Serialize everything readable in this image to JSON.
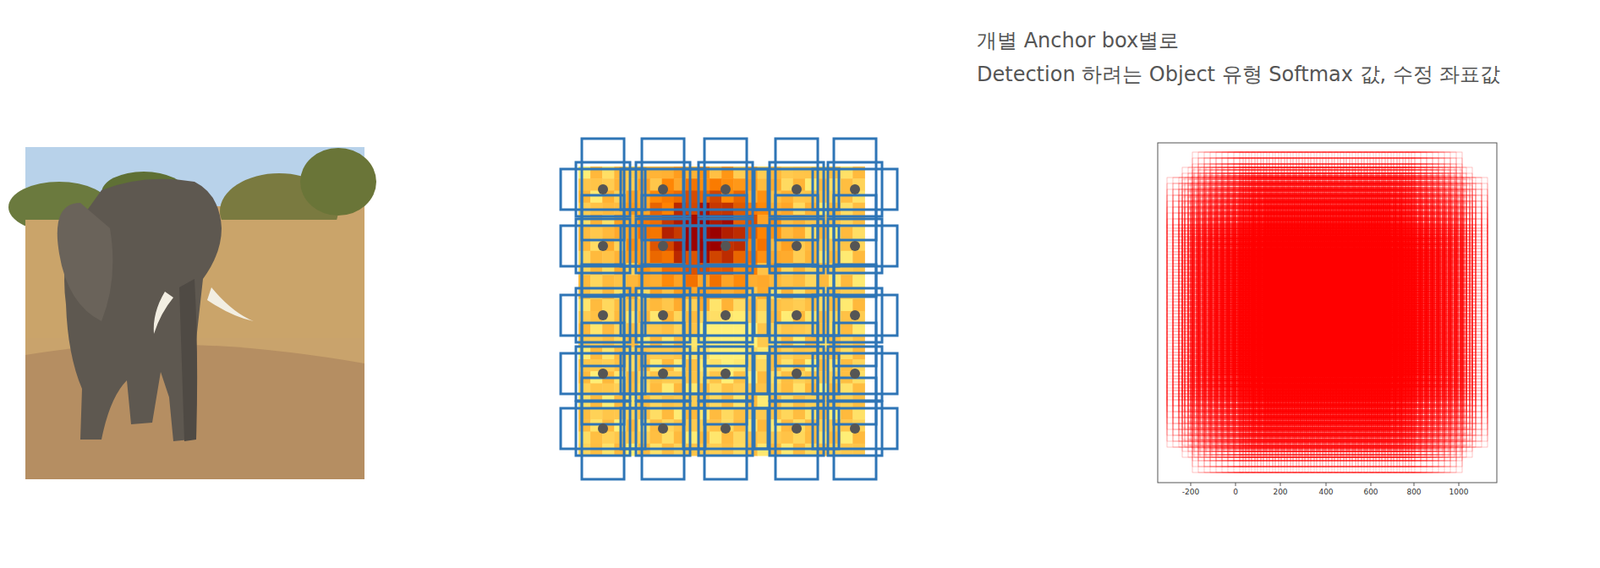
{
  "diagram": {
    "labels": [
      "개별 Anchor box별로",
      "Detection 하려는 Object 유형 Softmax 값, 수정 좌표값",
      "-200",
      "0",
      "200",
      "400",
      "600",
      "800",
      "1000"
    ]
  }
}
